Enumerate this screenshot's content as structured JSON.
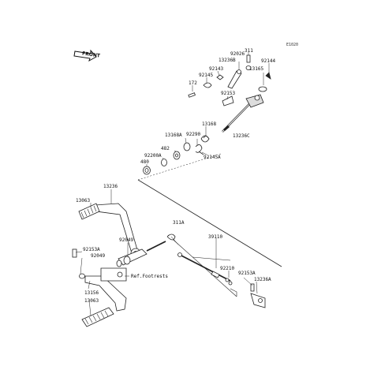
{
  "diagram_code": "E1020",
  "front_label": "FRONT",
  "part_labels": {
    "p311": "311",
    "p92026": "92026",
    "p13236B": "13236B",
    "p92144": "92144",
    "p92143": "92143",
    "p13165": "13165",
    "p92145": "92145",
    "p172": "172",
    "p92153": "92153",
    "p13168": "13168",
    "p13168A": "13168A",
    "p92290": "92290",
    "p13236C": "13236C",
    "p482": "482",
    "p92200A": "92200A",
    "p92145A": "92145A",
    "p480": "480",
    "p13236": "13236",
    "p13063_top": "13063",
    "p311A": "311A",
    "p39110": "39110",
    "p92049_a": "92049",
    "p92153A_left": "92153A",
    "p92049_b": "92049",
    "p92210": "92210",
    "p92153A_right": "92153A",
    "p13236A": "13236A",
    "ref_footrests": "Ref.Footrests",
    "p13156": "13156",
    "p13063_bottom": "13063"
  }
}
